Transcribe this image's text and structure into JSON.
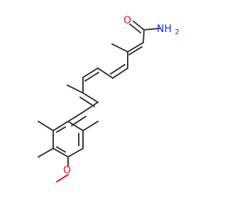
{
  "structure": {
    "atoms": {
      "amide_oxygen": "O",
      "amide_nitrogen": "NH",
      "amide_nitrogen_subscript": "2",
      "methoxy_oxygen": "O"
    },
    "colors": {
      "bond": "#404040",
      "oxygen": "#e41a1c",
      "nitrogen": "#2b2bff",
      "background": "#ffffff"
    }
  }
}
